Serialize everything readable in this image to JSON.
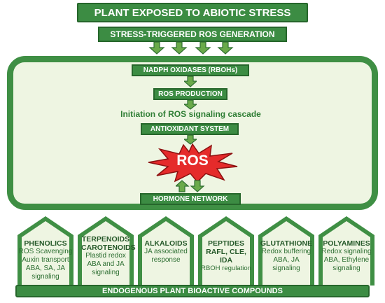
{
  "title": "PLANT EXPOSED TO ABIOTIC STRESS",
  "ros_generation": "STRESS-TRIGGERED ROS GENERATION",
  "steps": {
    "nadph": "NADPH OXIDASES (RBOHs)",
    "ros_production": "ROS PRODUCTION",
    "initiation": "Initiation of ROS signaling cascade",
    "antioxidant": "ANTIOXIDANT SYSTEM",
    "ros": "ROS",
    "hormone": "HORMONE NETWORK"
  },
  "compounds": [
    {
      "title": "PHENOLICS",
      "lines": [
        "ROS Scavenging",
        "Auxin transport",
        "ABA, SA, JA",
        "signaling"
      ]
    },
    {
      "title": "TERPENOIDS CAROTENOIDS",
      "lines": [
        "Plastid redox",
        "ABA and JA",
        "signaling"
      ]
    },
    {
      "title": "ALKALOIDS",
      "lines": [
        "JA associated",
        "response"
      ]
    },
    {
      "title": "PEPTIDES RAFL, CLE, IDA",
      "lines": [
        "RBOH regulation"
      ]
    },
    {
      "title": "GLUTATHIONE",
      "lines": [
        "Redox buffering",
        "ABA, JA",
        "signaling"
      ]
    },
    {
      "title": "POLYAMINES",
      "lines": [
        "Redox signaling",
        "ABA, Ethylene",
        "signaling"
      ]
    }
  ],
  "footer": "ENDOGENOUS PLANT BIOACTIVE COMPOUNDS",
  "colors": {
    "dark_green": "#26662b",
    "green": "#3c8c43",
    "pale_green": "#eef5e2",
    "ros_red": "#e52b2b"
  }
}
